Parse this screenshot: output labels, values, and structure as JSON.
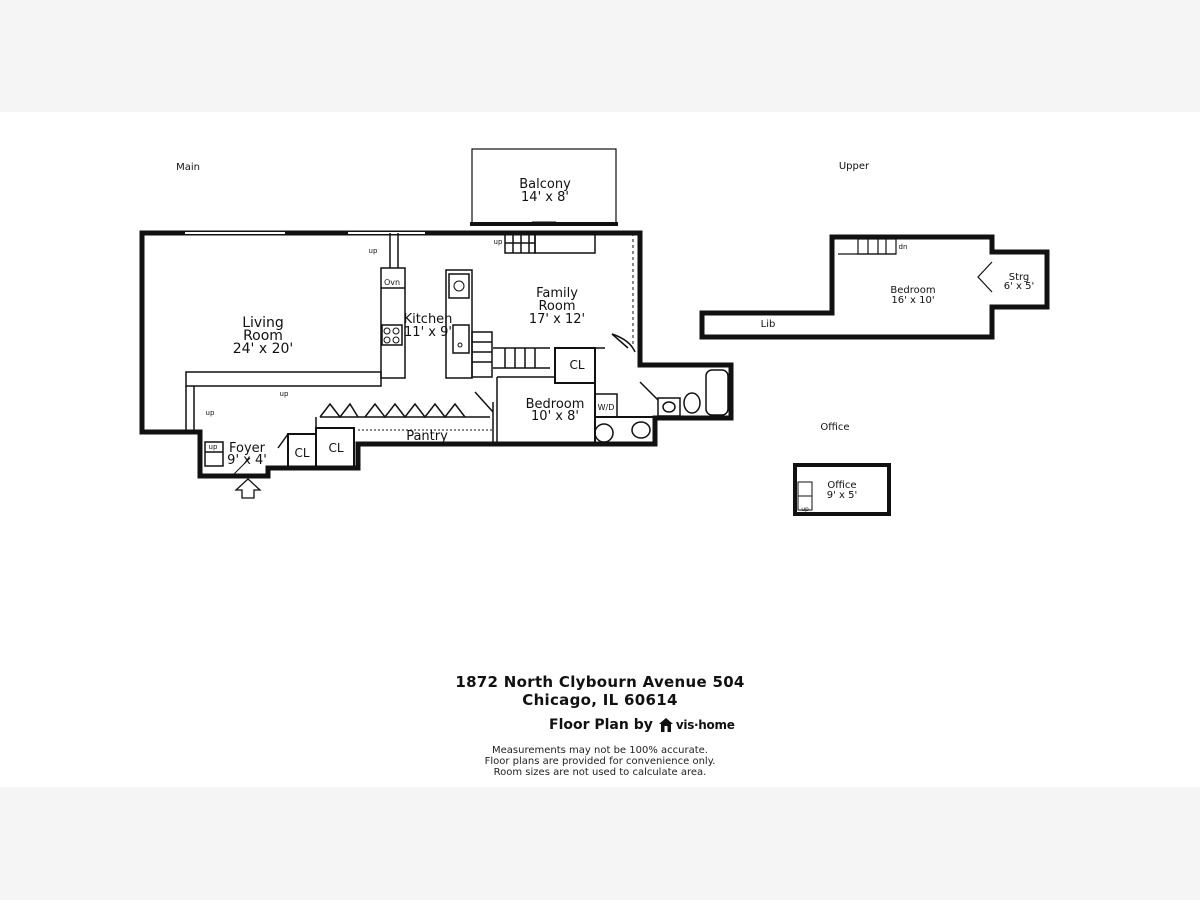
{
  "levels": {
    "main": "Main",
    "upper": "Upper",
    "office": "Office"
  },
  "rooms": {
    "balcony": {
      "name": "Balcony",
      "size": "14' x 8'"
    },
    "living": {
      "name1": "Living",
      "name2": "Room",
      "size": "24' x 20'"
    },
    "kitchen": {
      "name": "Kitchen",
      "size": "11' x 9'"
    },
    "family": {
      "name1": "Family",
      "name2": "Room",
      "size": "17' x 12'"
    },
    "bedroom_main": {
      "name": "Bedroom",
      "size": "10' x 8'"
    },
    "foyer": {
      "name": "Foyer",
      "size": "9' x 4'"
    },
    "pantry": {
      "name": "Pantry"
    },
    "bedroom_upper": {
      "name": "Bedroom",
      "size": "16' x 10'"
    },
    "storage": {
      "name": "Strg",
      "size": "6' x 5'"
    },
    "library": {
      "name": "Lib"
    },
    "office": {
      "name": "Office",
      "size": "9' x 5'"
    }
  },
  "fixtures": {
    "closet": "CL",
    "oven": "Ovn",
    "washer_dryer": "W/D",
    "up": "up",
    "down": "dn"
  },
  "address": {
    "line1": "1872 North Clybourn Avenue 504",
    "line2": "Chicago, IL 60614"
  },
  "credit": {
    "label": "Floor Plan by",
    "brand": "vis·home"
  },
  "disclaimer": [
    "Measurements may not be 100% accurate.",
    "Floor plans are provided for convenience only.",
    "Room sizes are not used to calculate area."
  ]
}
